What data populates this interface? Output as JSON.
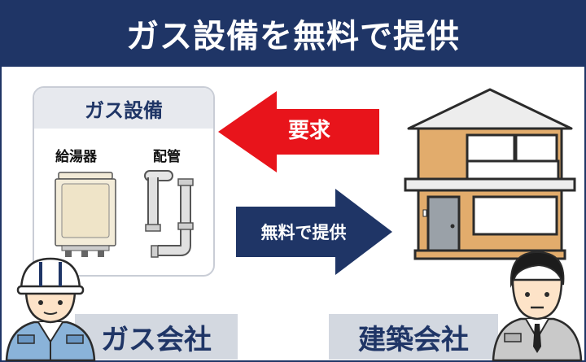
{
  "header": {
    "title": "ガス設備を無料で提供"
  },
  "equipment_card": {
    "title": "ガス設備",
    "items": [
      {
        "label": "給湯器",
        "icon": "water-heater-icon"
      },
      {
        "label": "配管",
        "icon": "gas-pipe-icon"
      }
    ]
  },
  "arrows": {
    "request": {
      "label": "要求",
      "color": "#e8141b",
      "direction": "left"
    },
    "free_provision": {
      "label": "無料で提供",
      "color": "#1f3566",
      "direction": "right"
    }
  },
  "parties": {
    "gas_company": {
      "label": "ガス会社",
      "icon": "gas-worker-icon"
    },
    "construction_company": {
      "label": "建築会社",
      "icon": "businessman-icon"
    }
  },
  "colors": {
    "navy": "#1f3566",
    "red": "#e8141b",
    "label_bg": "#d3d8e0",
    "house": "#e2ac6c"
  }
}
